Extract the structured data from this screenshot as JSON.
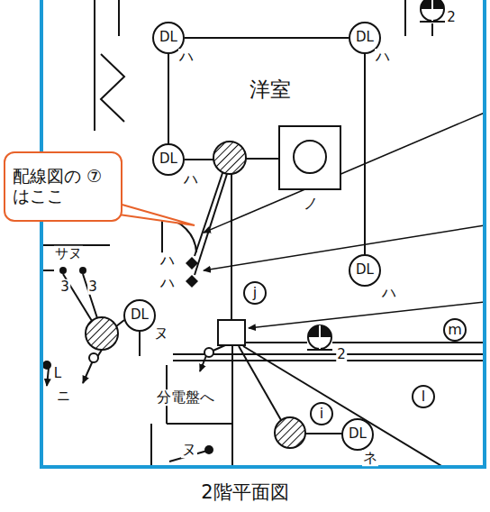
{
  "diagram": {
    "caption": "2階平面図",
    "nodes": [
      {
        "text": [
          "DL"
        ]
      },
      {
        "text": [
          "DL"
        ]
      },
      {
        "text": [
          "DL"
        ]
      },
      {
        "text": [
          "配線図の ⑦はここ"
        ]
      },
      {
        "text": [
          "DL"
        ]
      },
      {
        "text": [
          "j"
        ]
      },
      {
        "text": [
          "DL"
        ]
      },
      {
        "text": [
          "m"
        ]
      },
      {
        "text": [
          "l"
        ]
      },
      {
        "text": [
          "i"
        ]
      },
      {
        "text": [
          "DL"
        ]
      }
    ],
    "edges": [
      {
        "from": 0,
        "to": 1,
        "arrow": "none"
      },
      {
        "from": 0,
        "to": 2,
        "arrow": "none"
      },
      {
        "from": 1,
        "to": 4,
        "arrow": "none"
      }
    ],
    "labels": [
      "ハ",
      "ハ",
      "洋室",
      "ハ",
      "ノ",
      "サヌ",
      "ハ",
      "ハ",
      "3",
      "3",
      "ハ",
      "ヌ",
      "2",
      "L",
      "ニ",
      "分電盤へ",
      "ネ",
      "ヌ",
      "2"
    ]
  }
}
